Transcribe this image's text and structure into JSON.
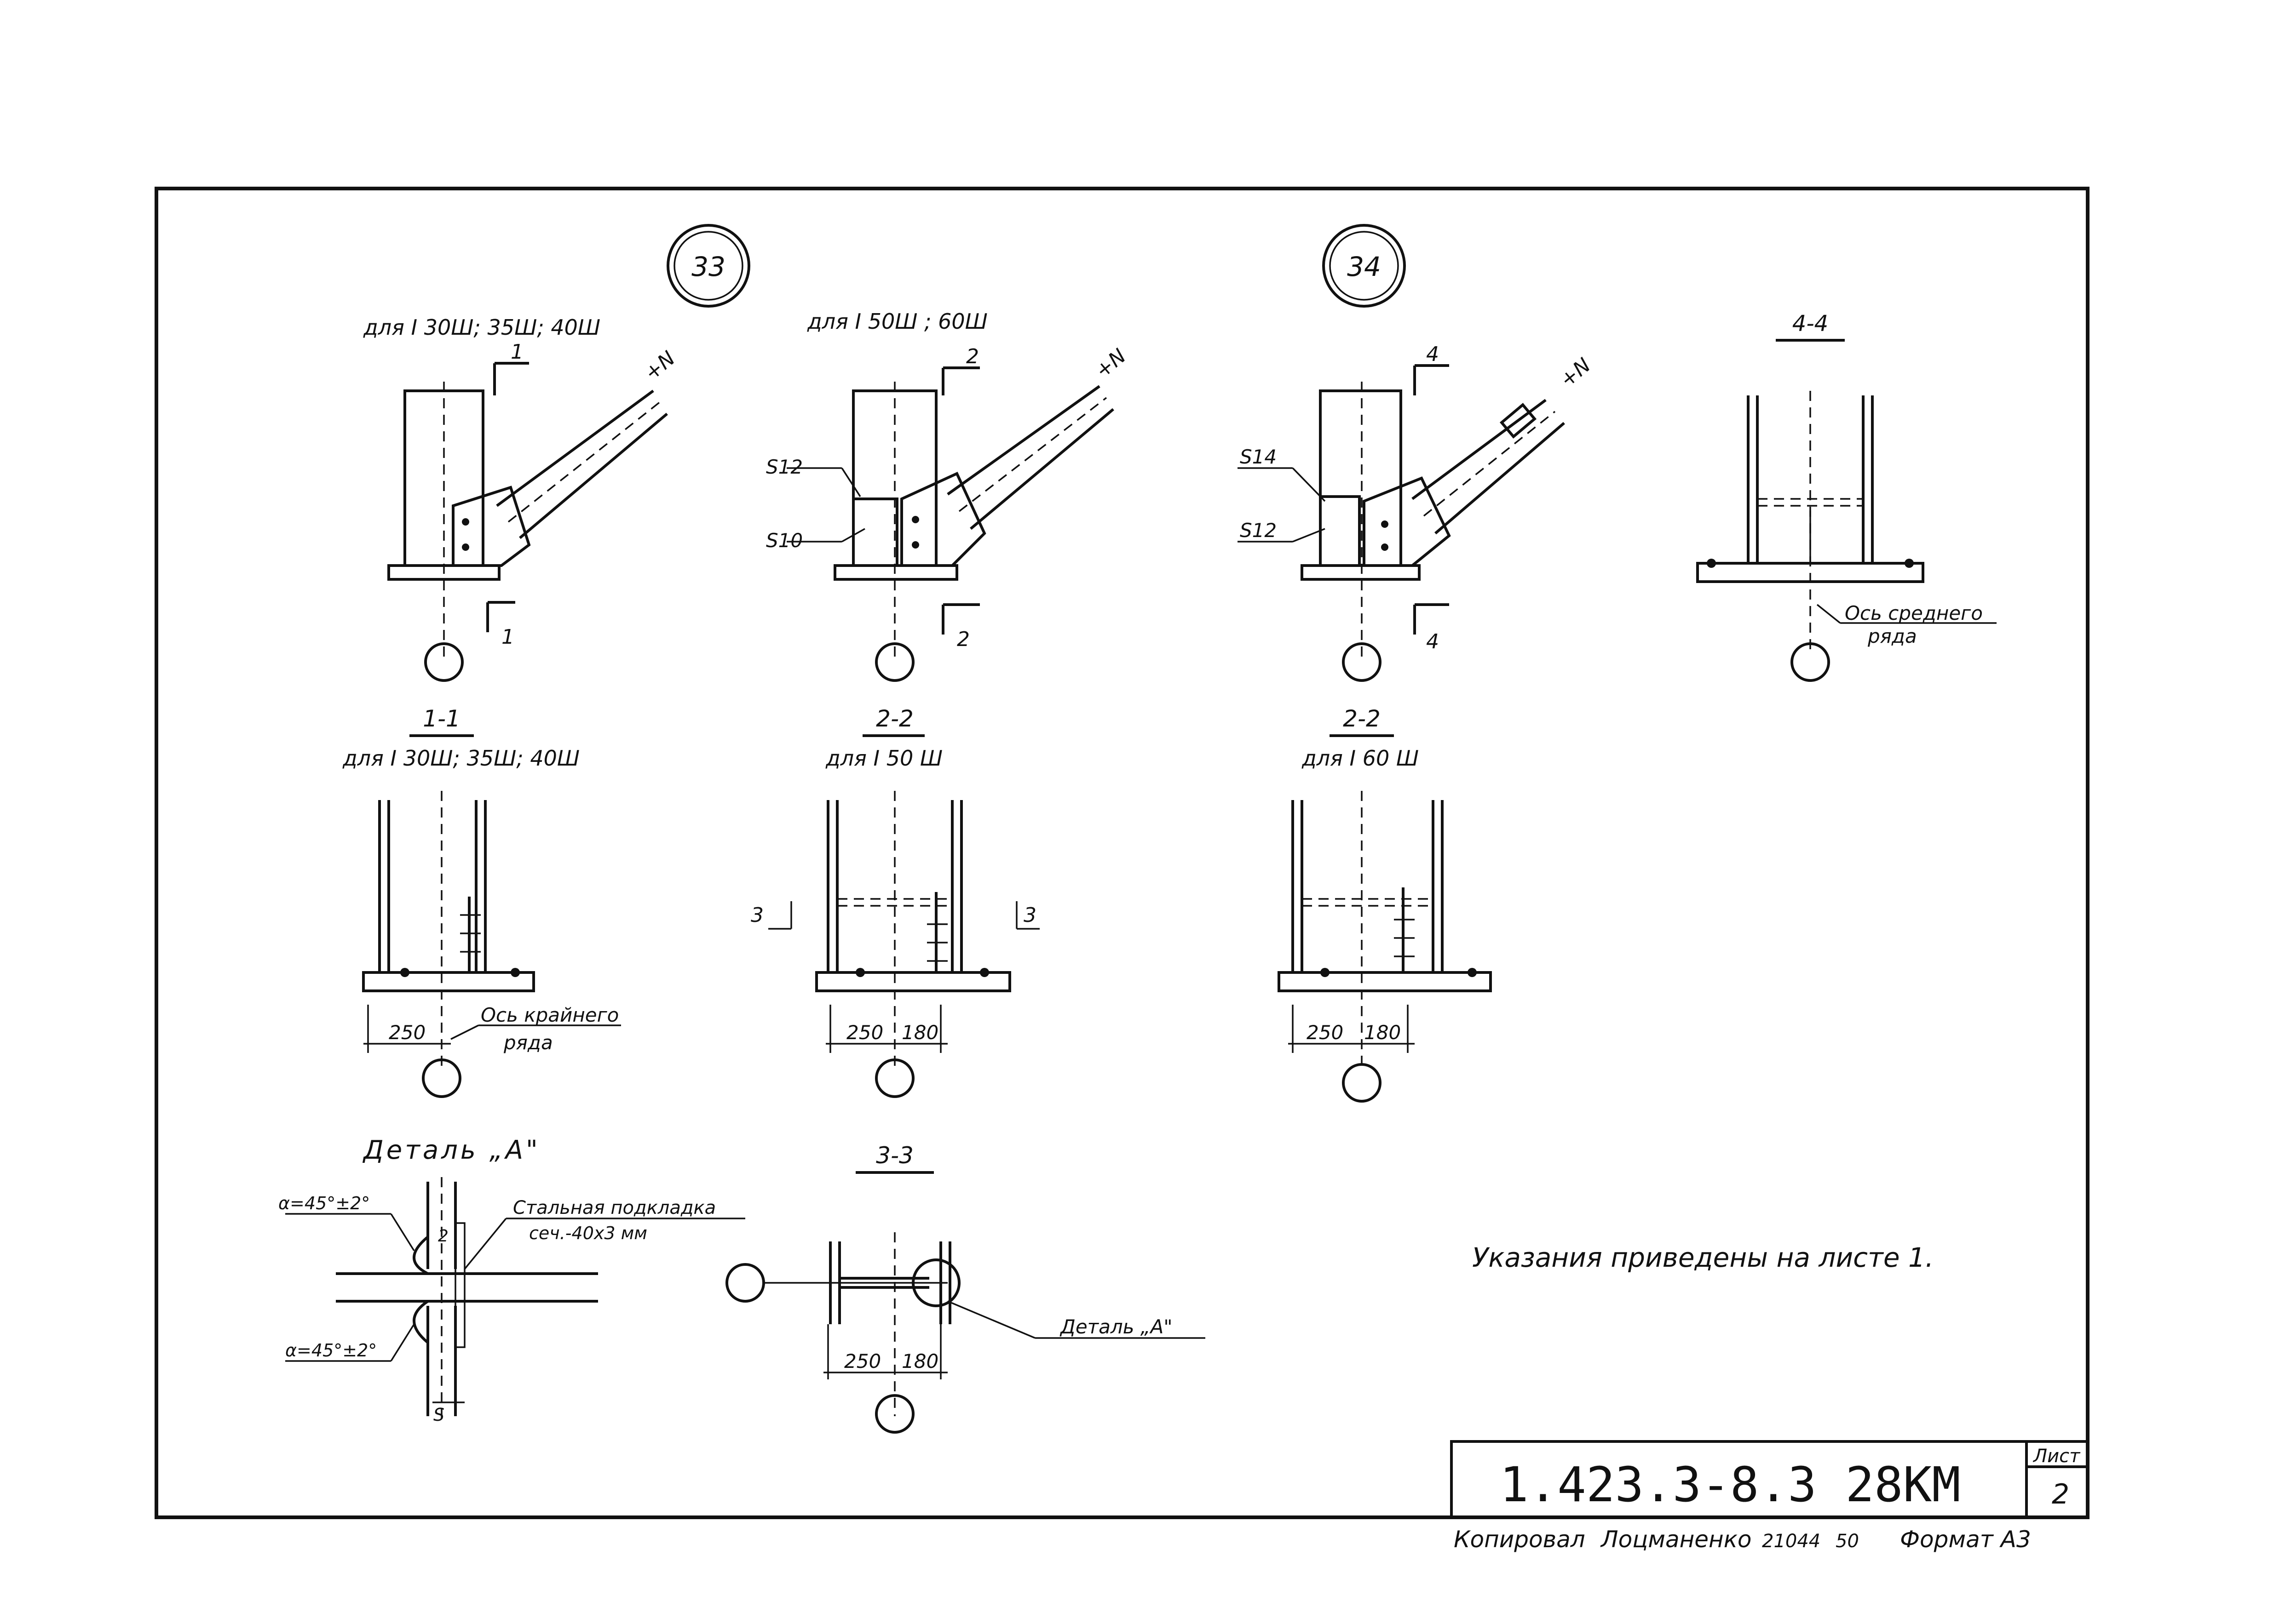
{
  "title_block": {
    "code": "1.423.3-8.3 28КМ",
    "sheet_label": "Лист",
    "sheet_number": "2"
  },
  "footer": {
    "copied_label": "Копировал",
    "copier": "Лоцманенко",
    "order_no": "21044",
    "order_suffix": "50",
    "format_label": "Формат А3"
  },
  "node_33": {
    "number": "33",
    "view1_caption": "для I 30Ш; 35Ш; 40Ш",
    "view2_caption": "для I 50Ш ; 60Ш",
    "force": "+N",
    "cut1_top": "1",
    "cut1_bottom": "1",
    "cut2_top": "2",
    "cut2_bottom": "2",
    "label_s12": "S12",
    "label_s10": "S10"
  },
  "node_34": {
    "number": "34",
    "force": "+N",
    "cut_top": "4",
    "cut_bottom": "4",
    "label_s14": "S14",
    "label_s12": "S12"
  },
  "section_4_4": {
    "title": "4-4",
    "axis_note_line1": "Ось среднего",
    "axis_note_line2": "ряда"
  },
  "section_1_1": {
    "title": "1-1",
    "caption": "для I 30Ш; 35Ш; 40Ш",
    "dim1": "250",
    "axis_note_line1": "Ось крайнего",
    "axis_note_line2": "ряда"
  },
  "section_2_2a": {
    "title": "2-2",
    "caption": "для I 50 Ш",
    "dim1": "250",
    "dim2": "180",
    "cut_left": "3",
    "cut_right": "3"
  },
  "section_2_2b": {
    "title": "2-2",
    "caption": "для I 60 Ш",
    "dim1": "250",
    "dim2": "180"
  },
  "detail_a": {
    "title": "Деталь „А\"",
    "angle_top": "α=45°±2°",
    "angle_bottom": "α=45°±2°",
    "backing_line1": "Стальная подкладка",
    "backing_line2": "сеч.-40х3 мм",
    "gap_label": "2",
    "s_label": "S"
  },
  "section_3_3": {
    "title": "3-3",
    "dim1": "250",
    "dim2": "180",
    "detail_ref": "Деталь „А\""
  },
  "note": "Указания приведены на листе 1."
}
